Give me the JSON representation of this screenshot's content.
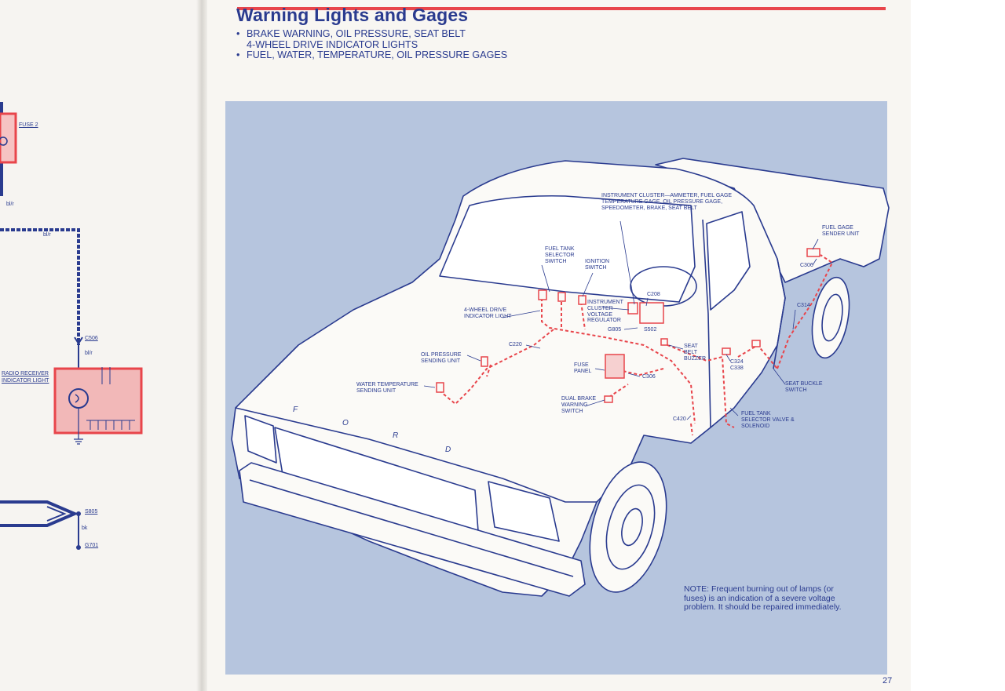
{
  "header": {
    "title": "Warning Lights and Gages",
    "bullets": [
      "BRAKE WARNING, OIL PRESSURE, SEAT BELT",
      "4-WHEEL DRIVE INDICATOR LIGHTS",
      "FUEL, WATER, TEMPERATURE, OIL PRESSURE GAGES"
    ]
  },
  "left_page": {
    "fuse_label": "FUSE 2",
    "wire_label_1": "bl/r",
    "wire_label_2": "bl/r",
    "wire_label_3": "bl/r",
    "connector": "C506",
    "radio_label_1": "RADIO RECEIVER",
    "radio_label_2": "INDICATOR LIGHT",
    "splice": "S805",
    "wire_bk": "bk",
    "ground": "G701"
  },
  "diagram": {
    "instrument_cluster_callout": "INSTRUMENT CLUSTER—AMMETER, FUEL GAGE TEMPERATURE GAGE, OIL PRESSURE GAGE, SPEEDOMETER, BRAKE, SEAT BELT",
    "fuel_gage_sender": "FUEL GAGE SENDER UNIT",
    "fuel_tank_selector": "FUEL TANK SELECTOR SWITCH",
    "ignition_switch": "IGNITION SWITCH",
    "c306_rear": "C306",
    "c208": "C208",
    "four_wheel": "4-WHEEL DRIVE INDICATOR LIGHT",
    "instr_regulator": "INSTRUMENT CLUSTER VOLTAGE REGULATOR",
    "c314": "C314",
    "g805": "G805",
    "s502": "S502",
    "c220": "C220",
    "seat_belt_buzzer": "SEAT BELT BUZZER",
    "oil_pressure": "OIL PRESSURE SENDING UNIT",
    "c324": "C324",
    "c338": "C338",
    "fuse_panel": "FUSE PANEL",
    "c306_front": "C306",
    "seat_buckle": "SEAT BUCKLE SWITCH",
    "water_temp": "WATER TEMPERATURE SENDING UNIT",
    "dual_brake": "DUAL BRAKE WARNING SWITCH",
    "fuel_tank_valve": "FUEL TANK SELECTOR VALVE & SOLENOID",
    "c420": "C420"
  },
  "note": "NOTE: Frequent burning out of lamps (or fuses) is an indication of a severe voltage problem. It should be repaired immediately.",
  "page_number": "27",
  "colors": {
    "navy": "#2a3b8f",
    "red": "#e8454b",
    "panel": "#b6c5de",
    "truck": "#fbfaf7"
  }
}
